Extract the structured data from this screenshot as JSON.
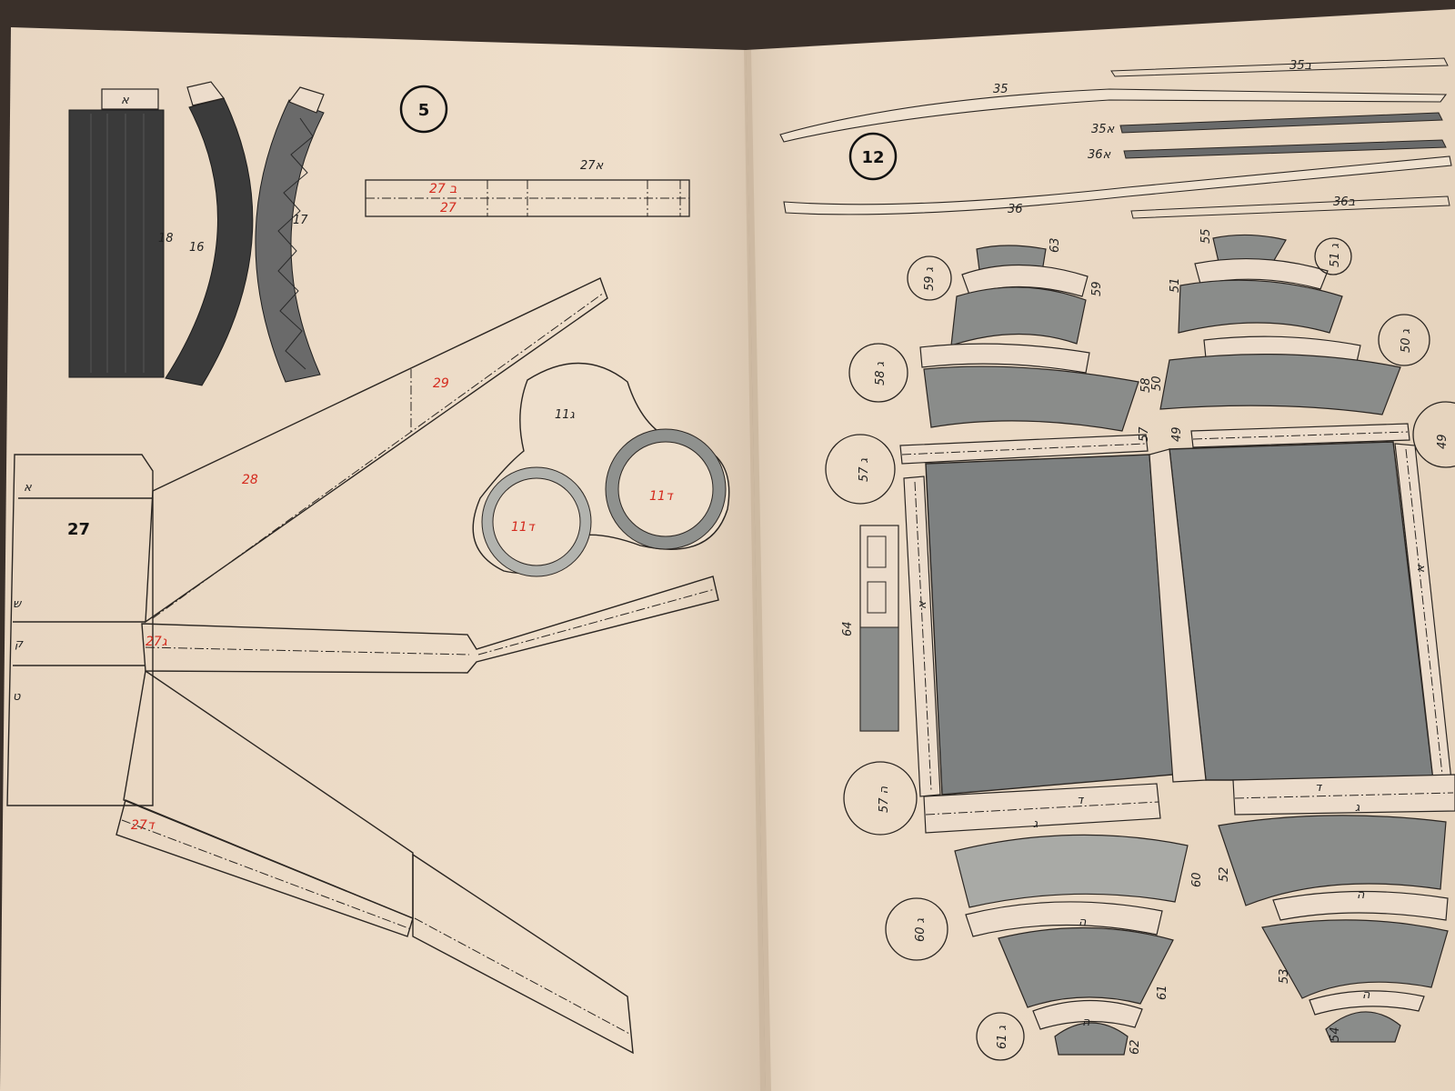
{
  "photo": {
    "paper_color": "#eddcc8",
    "shadow_color": "#3a302a",
    "grey_color": "#8a8c8a",
    "red_color": "#d42a1e"
  },
  "left_page": {
    "sheet_number": "5",
    "strip_labels": [
      "18",
      "16",
      "17"
    ],
    "tab_letter": "א",
    "part_27a_label": "27א",
    "part_27b_label": "27 ב",
    "part_27_label": "27",
    "main_piece_label": "27",
    "edge_letters": [
      "א",
      "ש",
      "ק",
      "ט"
    ],
    "wing_labels": [
      "29",
      "28"
    ],
    "part_27g_label": "ג27",
    "part_27d_label": "ד27",
    "goggles_label": "11ג",
    "lens_left_label": "ד11",
    "lens_right_label": "ד11"
  },
  "right_page": {
    "sheet_number": "12",
    "rod_labels": [
      "35",
      "ב35",
      "א35",
      "א36",
      "36",
      "ב36"
    ],
    "circle_labels": [
      "59 ג",
      "58 ג",
      "57 ג",
      "57 ה",
      "60 ג",
      "61 ג",
      "51 ג",
      "50 ג",
      "49"
    ],
    "arc_labels": [
      "63",
      "59",
      "58",
      "57",
      "49",
      "55",
      "51",
      "50",
      "60",
      "61",
      "62",
      "52",
      "53",
      "54"
    ],
    "strip_letters": [
      "ה",
      "ה",
      "ה",
      "ה",
      "ד",
      "ד",
      "ג",
      "ג",
      "א",
      "א"
    ],
    "side_label": "64"
  }
}
